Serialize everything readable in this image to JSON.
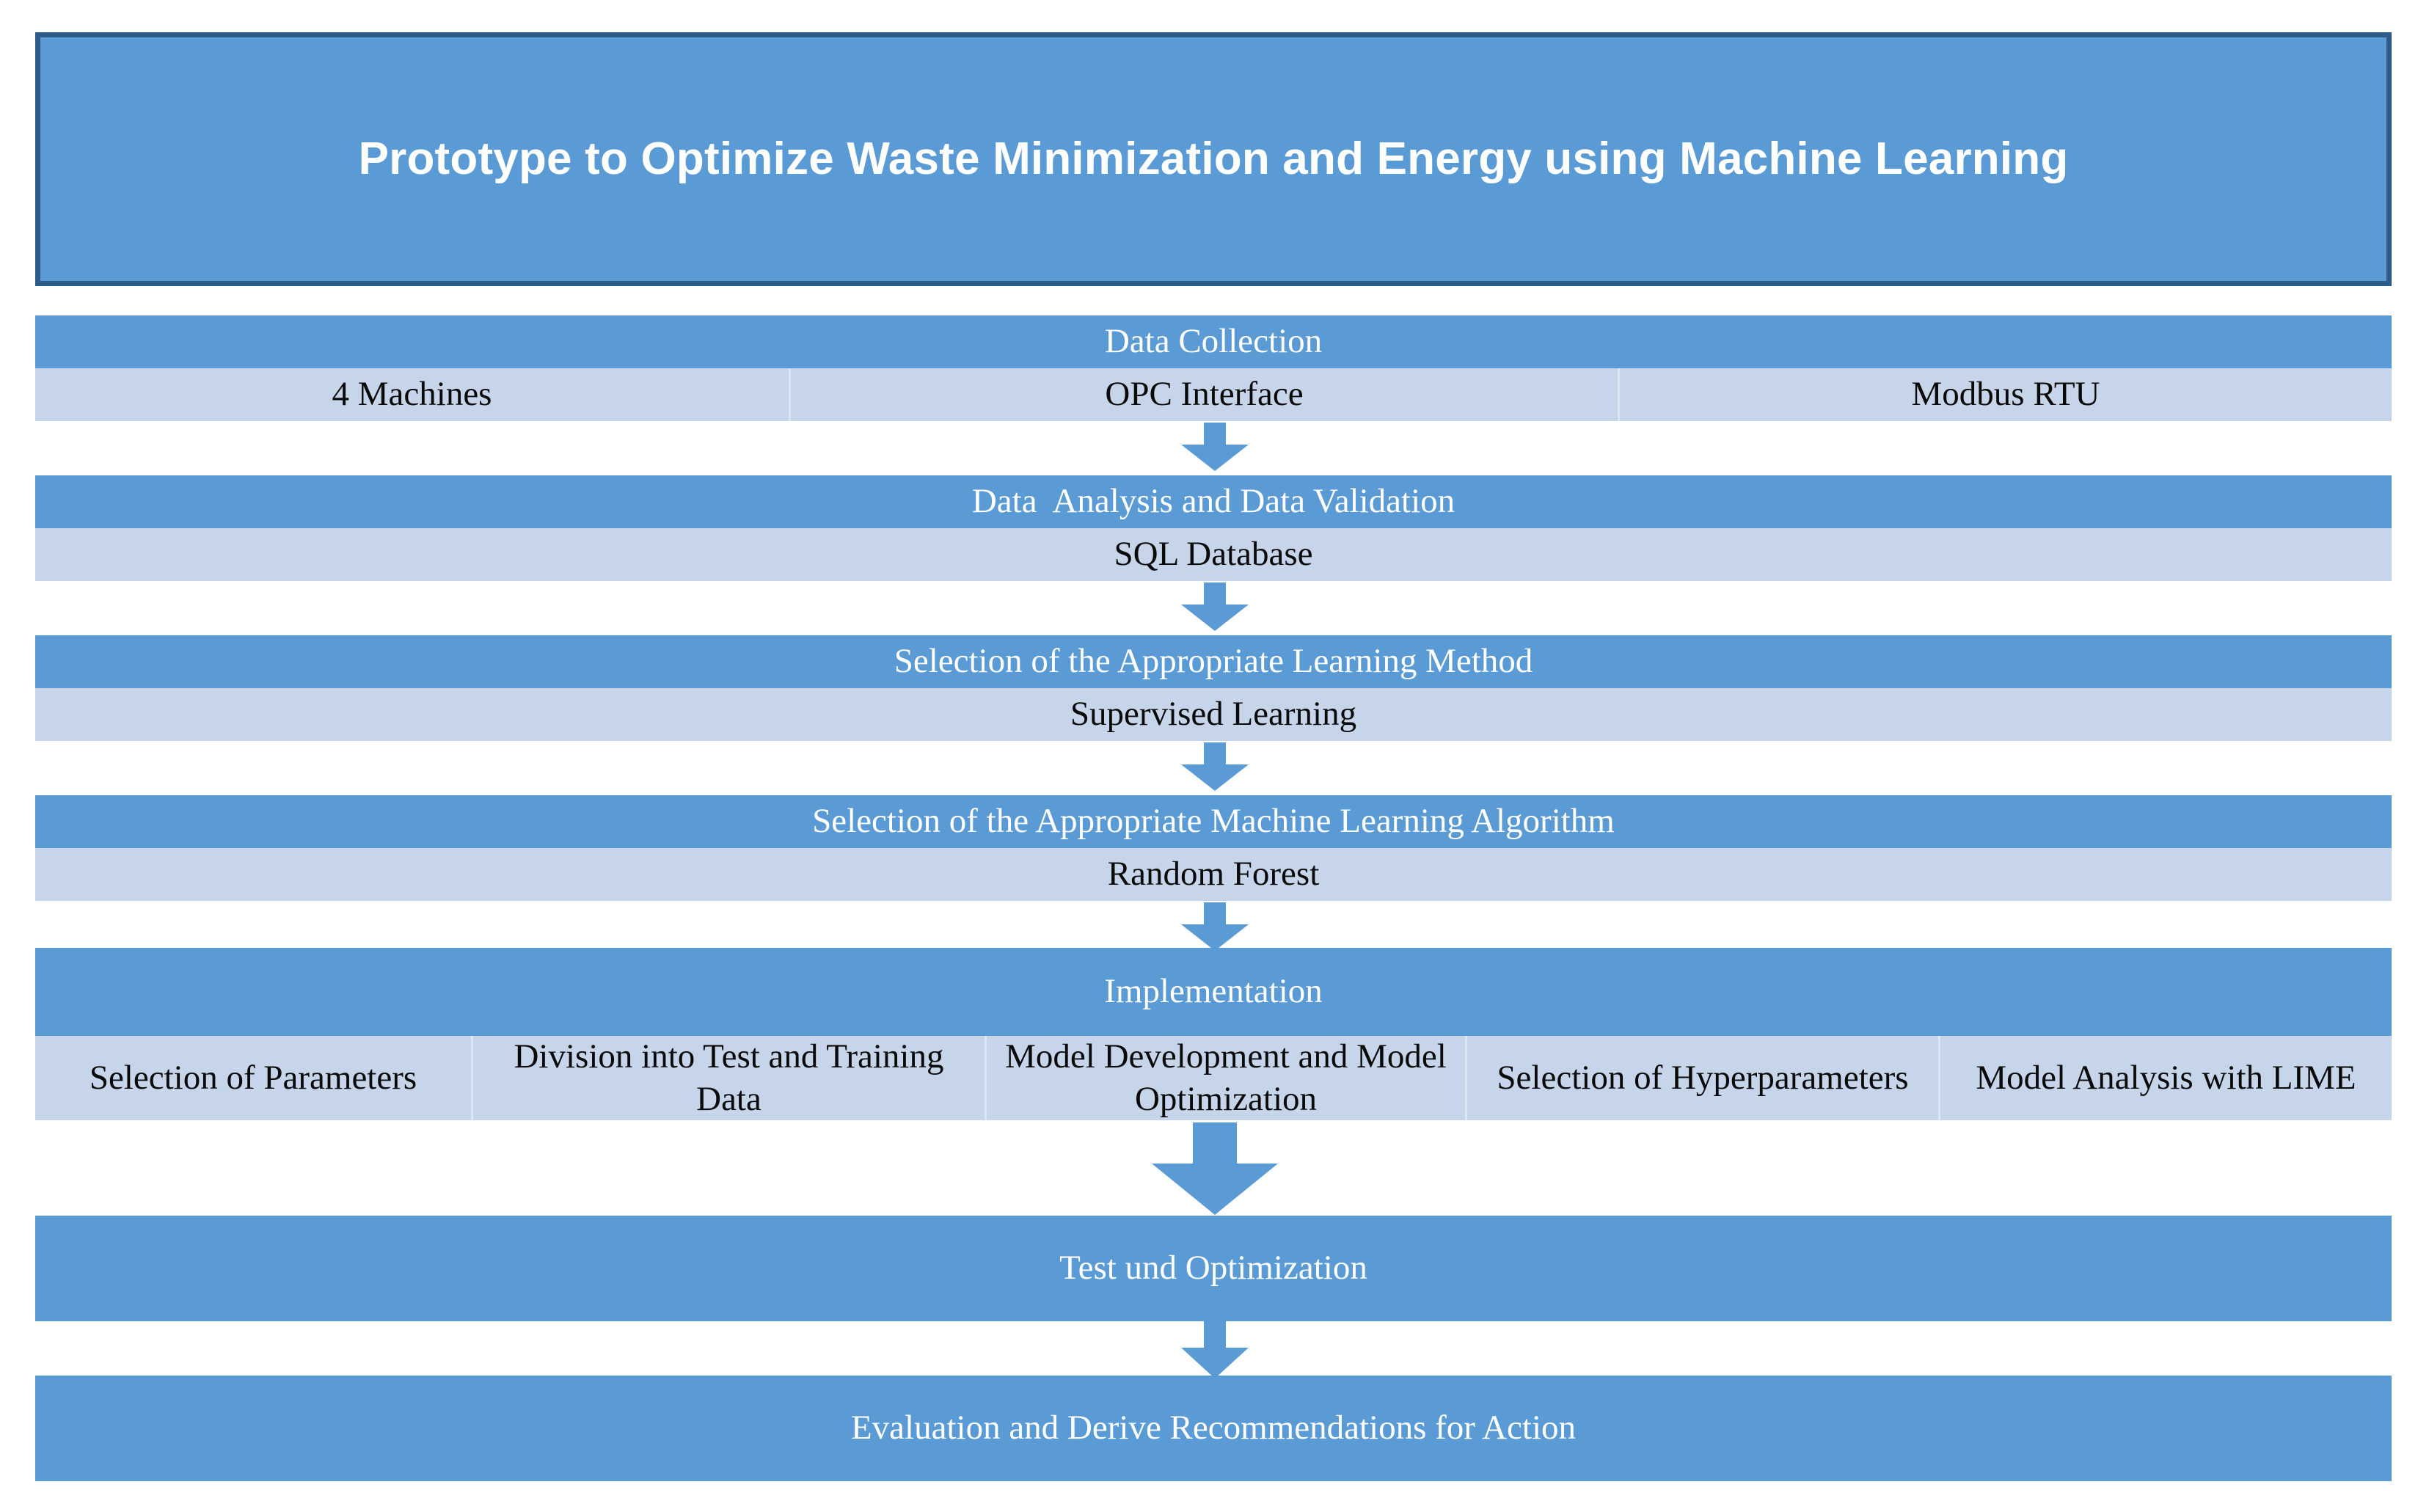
{
  "colors": {
    "accent_dark": "#5B9BD5",
    "accent_light": "#C6D5EA",
    "title_border": "#2E5C8A",
    "divider": "#DCE6F2",
    "title_text": "#FFFFFF",
    "body_text": "#0A0A0A"
  },
  "title": {
    "text": "Prototype to Optimize Waste Minimization and Energy using Machine Learning"
  },
  "stages": [
    {
      "id": "data-collection",
      "header": "Data Collection",
      "items": [
        "4 Machines",
        "OPC Interface",
        "Modbus RTU"
      ]
    },
    {
      "id": "data-analysis",
      "header": "Data  Analysis and Data Validation",
      "items": [
        "SQL Database"
      ]
    },
    {
      "id": "learning-method",
      "header": "Selection of the Appropriate Learning Method",
      "items": [
        "Supervised Learning"
      ]
    },
    {
      "id": "ml-algorithm",
      "header": "Selection of the Appropriate Machine Learning Algorithm",
      "items": [
        "Random Forest"
      ]
    },
    {
      "id": "implementation",
      "header": "Implementation",
      "items": [
        "Selection of Parameters",
        "Division into Test and\nTraining Data",
        "Model Development and\nModel Optimization",
        "Selection of\nHyperparameters",
        "Model Analysis with LIME"
      ]
    },
    {
      "id": "test-optimization",
      "header": "Test und Optimization",
      "items": []
    },
    {
      "id": "evaluation",
      "header": "Evaluation and Derive Recommendations for Action",
      "items": []
    }
  ],
  "arrows": [
    {
      "id": "arrow-1",
      "from": "data-collection",
      "to": "data-analysis",
      "direction": "down"
    },
    {
      "id": "arrow-2",
      "from": "data-analysis",
      "to": "learning-method",
      "direction": "down"
    },
    {
      "id": "arrow-3",
      "from": "learning-method",
      "to": "ml-algorithm",
      "direction": "down"
    },
    {
      "id": "arrow-4",
      "from": "ml-algorithm",
      "to": "implementation",
      "direction": "down"
    },
    {
      "id": "arrow-5",
      "from": "implementation",
      "to": "test-optimization",
      "direction": "down"
    },
    {
      "id": "arrow-6",
      "from": "test-optimization",
      "to": "evaluation",
      "direction": "down"
    }
  ]
}
